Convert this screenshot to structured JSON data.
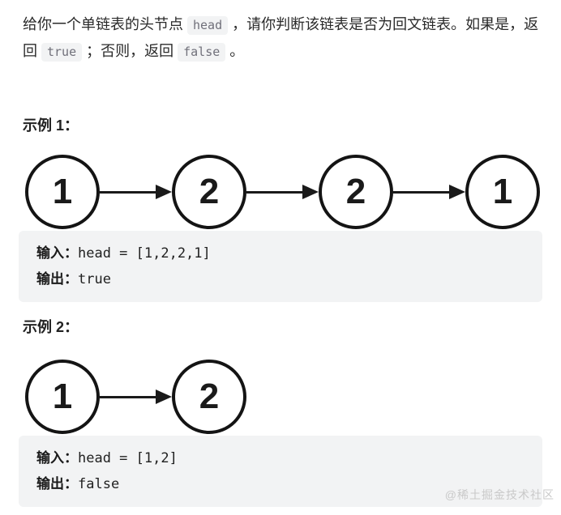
{
  "colors": {
    "page_bg": "#ffffff",
    "text": "#2a2a2a",
    "code_chip_bg": "#f2f3f4",
    "code_chip_text": "#70707a",
    "io_box_bg": "#f2f3f4",
    "node_stroke": "#141414",
    "watermark_text": "#c9c9c9"
  },
  "problem": {
    "t1": "给你一个单链表的头节点",
    "c1": "head",
    "t2": "，请你判断该链表是否为回文链表。如果是，返回",
    "c2": "true",
    "t3": "；否则，返回",
    "c3": "false",
    "t4": "。"
  },
  "examples": [
    {
      "title": "示例 1：",
      "diagram_type": "linked-list",
      "nodes": [
        "1",
        "2",
        "2",
        "1"
      ],
      "io": {
        "input_label": "输入：",
        "input_value": "head = [1,2,2,1]",
        "output_label": "输出：",
        "output_value": "true"
      }
    },
    {
      "title": "示例 2：",
      "diagram_type": "linked-list",
      "nodes": [
        "1",
        "2"
      ],
      "io": {
        "input_label": "输入：",
        "input_value": "head = [1,2]",
        "output_label": "输出：",
        "output_value": "false"
      }
    }
  ],
  "watermark": "@稀土掘金技术社区"
}
